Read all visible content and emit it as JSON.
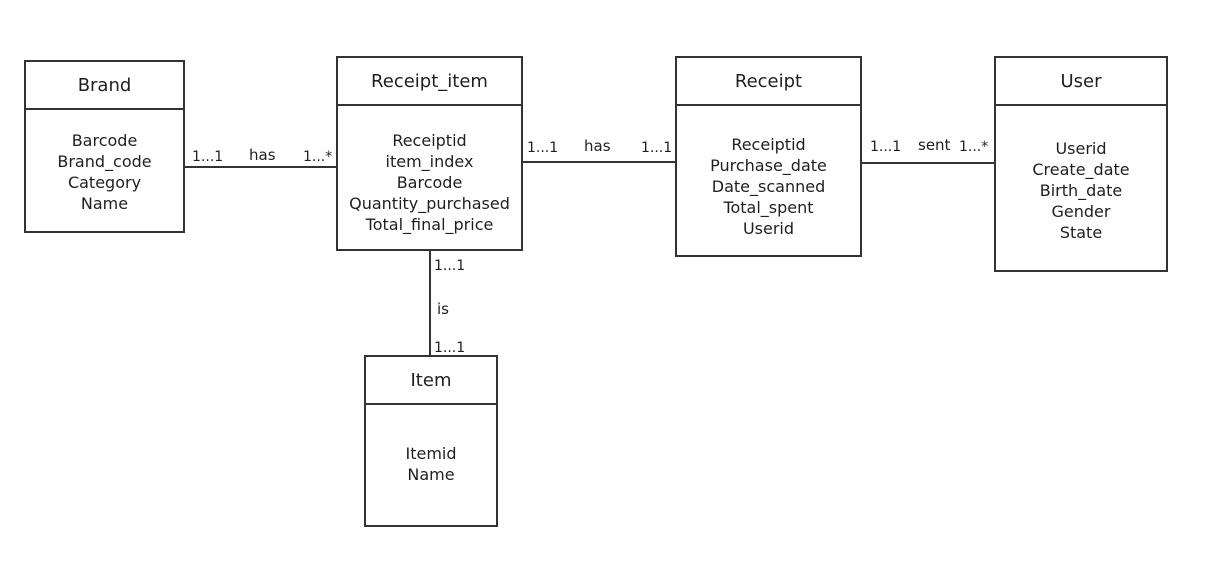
{
  "entities": {
    "brand": {
      "name": "Brand",
      "attributes": [
        "Barcode",
        "Brand_code",
        "Category",
        "Name"
      ]
    },
    "receipt_item": {
      "name": "Receipt_item",
      "attributes": [
        "Receiptid",
        "item_index",
        "Barcode",
        "Quantity_purchased",
        "Total_final_price"
      ]
    },
    "receipt": {
      "name": "Receipt",
      "attributes": [
        "Receiptid",
        "Purchase_date",
        "Date_scanned",
        "Total_spent",
        "Userid"
      ]
    },
    "user": {
      "name": "User",
      "attributes": [
        "Userid",
        "Create_date",
        "Birth_date",
        "Gender",
        "State"
      ]
    },
    "item": {
      "name": "Item",
      "attributes": [
        "Itemid",
        "Name"
      ]
    }
  },
  "relationships": {
    "brand_receipt_item": {
      "verb": "has",
      "left_cardinality": "1...1",
      "right_cardinality": "1...*"
    },
    "receipt_item_receipt": {
      "verb": "has",
      "left_cardinality": "1...1",
      "right_cardinality": "1...1"
    },
    "receipt_user": {
      "verb": "sent",
      "left_cardinality": "1...1",
      "right_cardinality": "1...*"
    },
    "receipt_item_item": {
      "verb": "is",
      "top_cardinality": "1...1",
      "bottom_cardinality": "1...1"
    }
  }
}
